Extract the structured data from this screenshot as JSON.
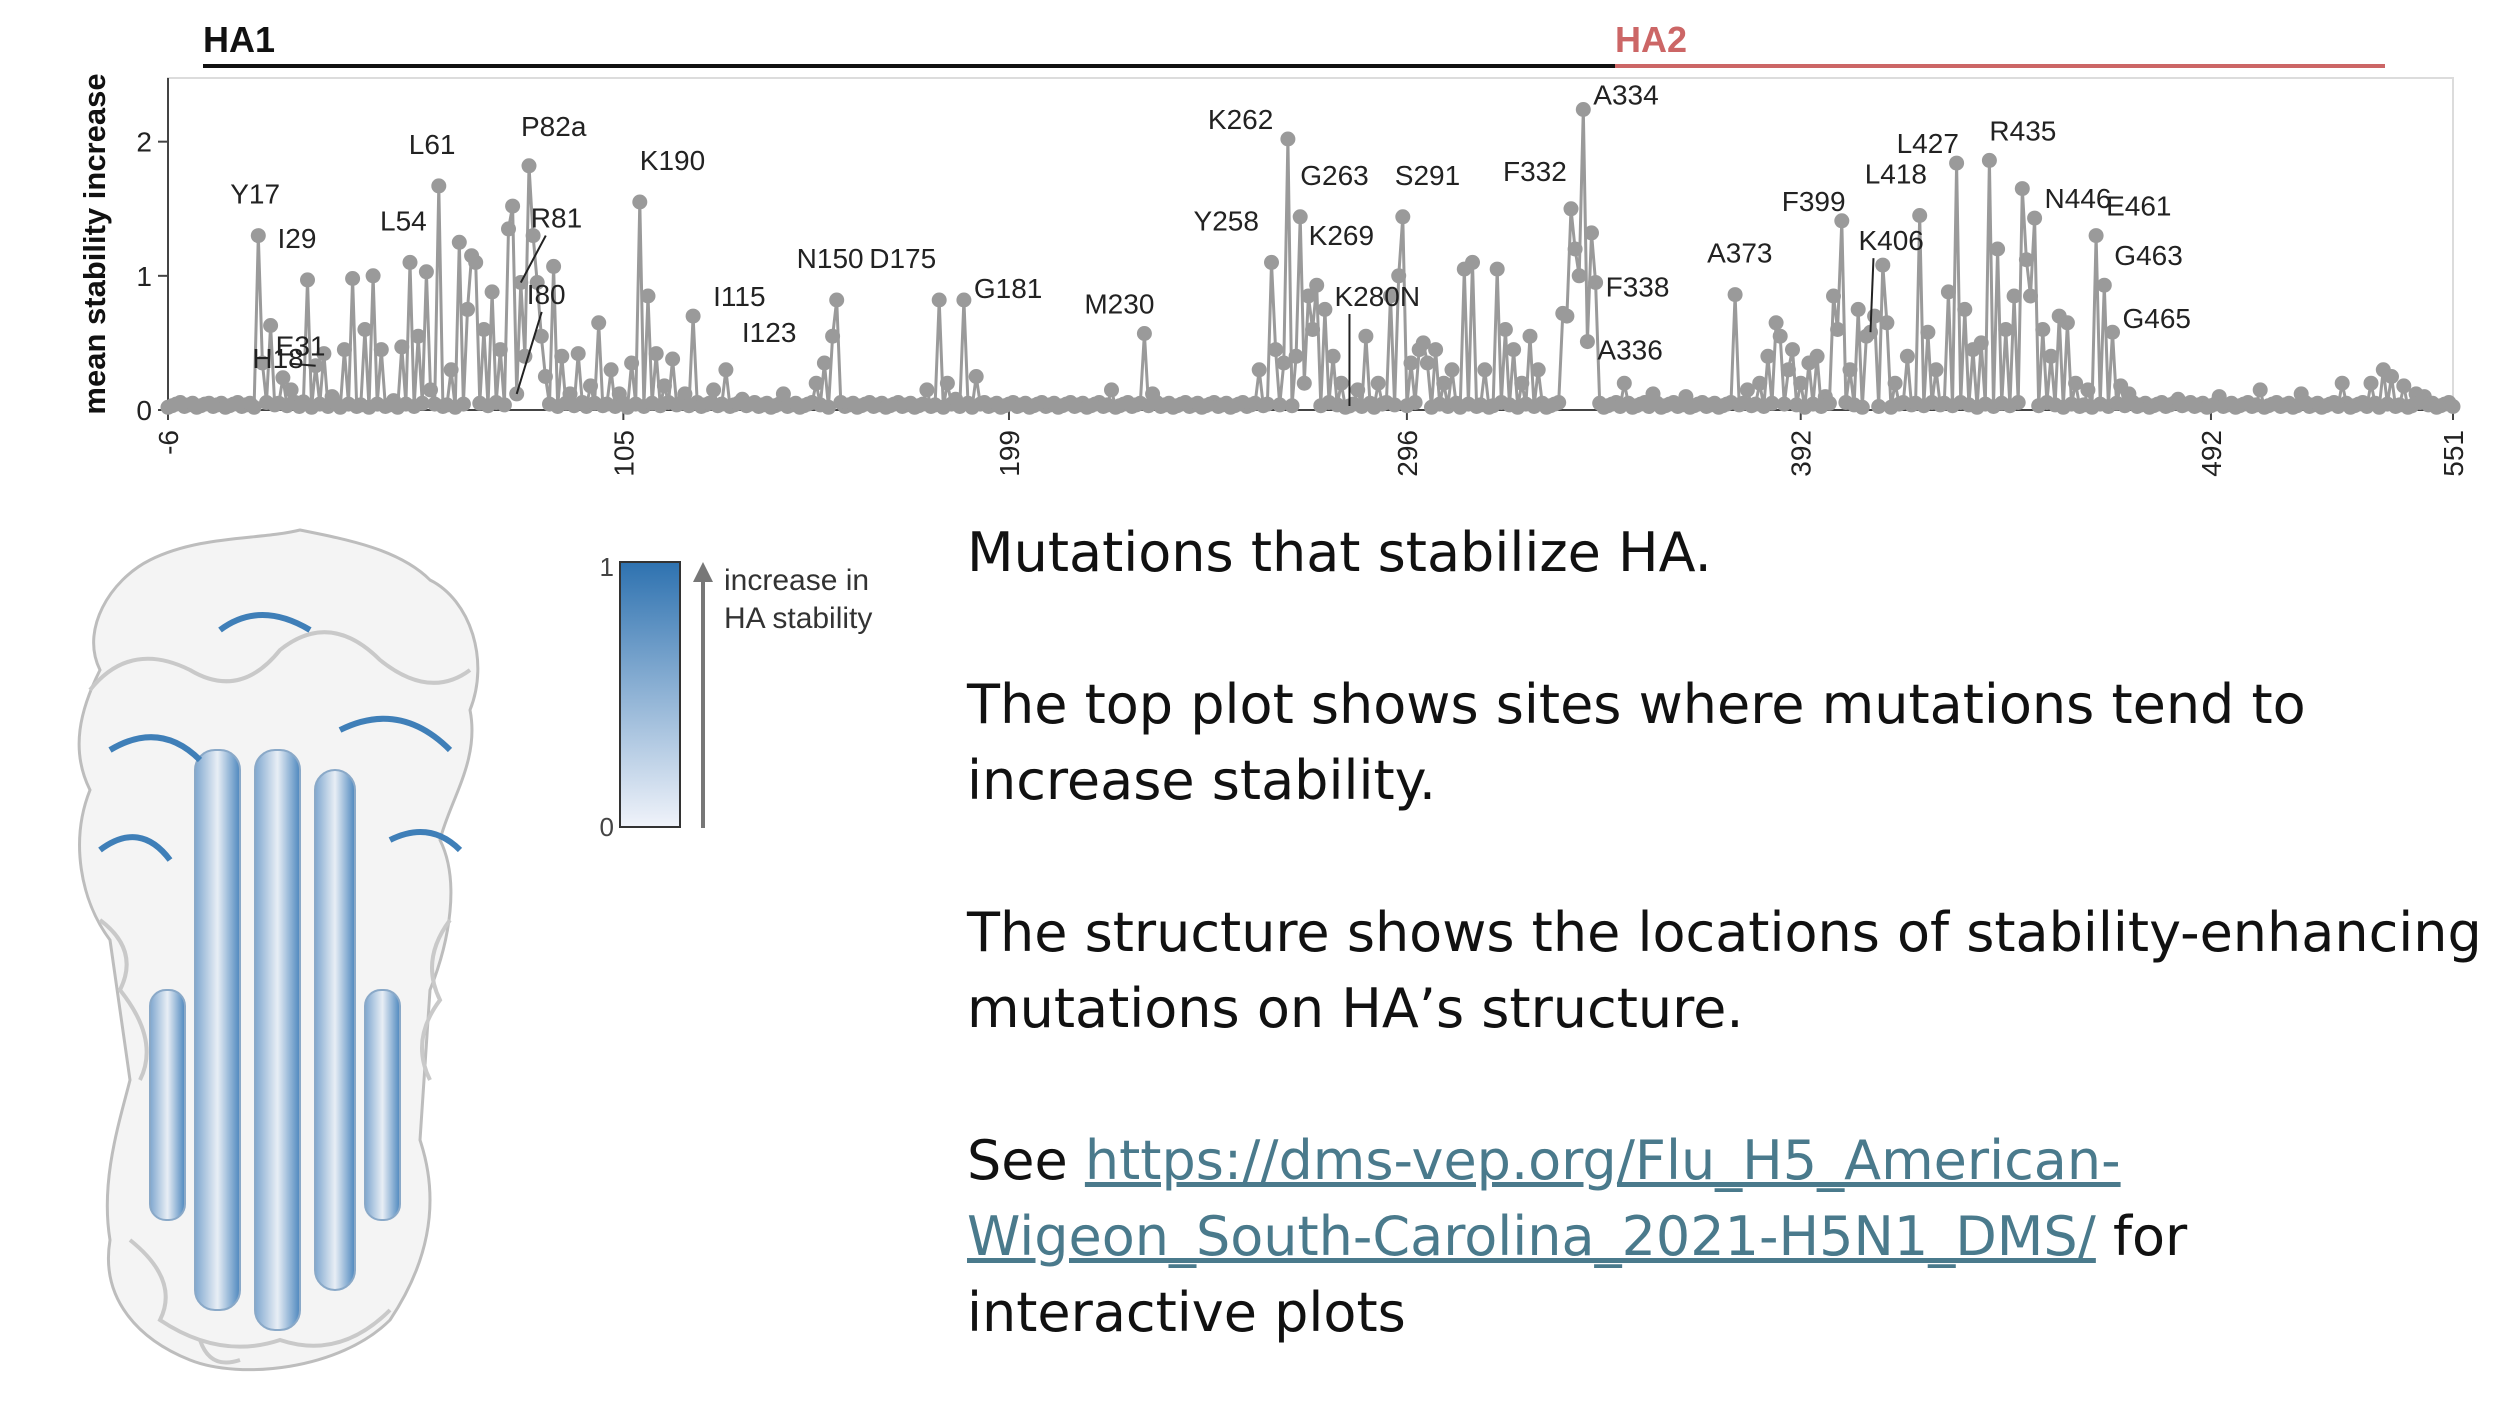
{
  "colors": {
    "ha1_bar": "#111111",
    "ha2_bar": "#cc6666",
    "points": "#9a9a9a",
    "colormap_low": "#f0f3fa",
    "colormap_high": "#2e72b0",
    "link": "#4a7a8c"
  },
  "domains": {
    "ha1_label": "HA1",
    "ha2_label": "HA2"
  },
  "chart_data": {
    "type": "scatter",
    "ylabel": "mean stability increase",
    "xlabel": "",
    "x_ticks": [
      "-6",
      "105",
      "199",
      "296",
      "392",
      "492",
      "551"
    ],
    "y_ticks": [
      "0",
      "1",
      "2"
    ],
    "ylim": [
      0,
      2.4
    ],
    "grid": false,
    "labeled_points": [
      {
        "label": "Y17",
        "site_index": 22,
        "y": 1.3
      },
      {
        "label": "H18",
        "site_index": 23,
        "y": 0.35
      },
      {
        "label": "I29",
        "site_index": 34,
        "y": 0.97
      },
      {
        "label": "E31",
        "site_index": 36,
        "y": 0.33
      },
      {
        "label": "L54",
        "site_index": 59,
        "y": 1.1
      },
      {
        "label": "L61",
        "site_index": 66,
        "y": 1.67
      },
      {
        "label": "I80",
        "site_index": 85,
        "y": 0.12
      },
      {
        "label": "R81",
        "site_index": 86,
        "y": 0.95
      },
      {
        "label": "P82a",
        "site_index": 88,
        "y": 1.82
      },
      {
        "label": "K190",
        "site_index": 115,
        "y": 1.55
      },
      {
        "label": "I115",
        "site_index": 128,
        "y": 0.7
      },
      {
        "label": "I123",
        "site_index": 136,
        "y": 0.3
      },
      {
        "label": "N150",
        "site_index": 163,
        "y": 0.82
      },
      {
        "label": "D175",
        "site_index": 188,
        "y": 0.82
      },
      {
        "label": "G181",
        "site_index": 194,
        "y": 0.82
      },
      {
        "label": "M230",
        "site_index": 238,
        "y": 0.57
      },
      {
        "label": "Y258",
        "site_index": 269,
        "y": 1.1
      },
      {
        "label": "K262",
        "site_index": 273,
        "y": 2.02
      },
      {
        "label": "G263",
        "site_index": 276,
        "y": 1.44
      },
      {
        "label": "K269",
        "site_index": 280,
        "y": 0.93
      },
      {
        "label": "K280N",
        "site_index": 288,
        "y": 0.03
      },
      {
        "label": "S291",
        "site_index": 301,
        "y": 1.44
      },
      {
        "label": "F332",
        "site_index": 342,
        "y": 1.5
      },
      {
        "label": "A334",
        "site_index": 345,
        "y": 2.24
      },
      {
        "label": "F338",
        "site_index": 348,
        "y": 0.95
      },
      {
        "label": "A336",
        "site_index": 346,
        "y": 0.51
      },
      {
        "label": "A373",
        "site_index": 382,
        "y": 0.86
      },
      {
        "label": "F399",
        "site_index": 408,
        "y": 1.41
      },
      {
        "label": "K406",
        "site_index": 415,
        "y": 0.58
      },
      {
        "label": "L418",
        "site_index": 427,
        "y": 1.45
      },
      {
        "label": "L427",
        "site_index": 436,
        "y": 1.84
      },
      {
        "label": "R435",
        "site_index": 444,
        "y": 1.86
      },
      {
        "label": "N446",
        "site_index": 455,
        "y": 1.43
      },
      {
        "label": "E461",
        "site_index": 470,
        "y": 1.3
      },
      {
        "label": "G463",
        "site_index": 472,
        "y": 0.93
      },
      {
        "label": "G465",
        "site_index": 474,
        "y": 0.58
      }
    ],
    "background_points": [
      {
        "x_index": 10,
        "y": 0.05
      },
      {
        "x_index": 25,
        "y": 0.63
      },
      {
        "x_index": 28,
        "y": 0.24
      },
      {
        "x_index": 30,
        "y": 0.15
      },
      {
        "x_index": 33,
        "y": 0.06
      },
      {
        "x_index": 38,
        "y": 0.42
      },
      {
        "x_index": 40,
        "y": 0.1
      },
      {
        "x_index": 43,
        "y": 0.45
      },
      {
        "x_index": 45,
        "y": 0.98
      },
      {
        "x_index": 48,
        "y": 0.6
      },
      {
        "x_index": 50,
        "y": 1.0
      },
      {
        "x_index": 52,
        "y": 0.45
      },
      {
        "x_index": 55,
        "y": 0.07
      },
      {
        "x_index": 57,
        "y": 0.47
      },
      {
        "x_index": 61,
        "y": 0.55
      },
      {
        "x_index": 63,
        "y": 1.03
      },
      {
        "x_index": 64,
        "y": 0.15
      },
      {
        "x_index": 69,
        "y": 0.3
      },
      {
        "x_index": 71,
        "y": 1.25
      },
      {
        "x_index": 73,
        "y": 0.75
      },
      {
        "x_index": 74,
        "y": 1.15
      },
      {
        "x_index": 75,
        "y": 1.1
      },
      {
        "x_index": 77,
        "y": 0.6
      },
      {
        "x_index": 79,
        "y": 0.88
      },
      {
        "x_index": 81,
        "y": 0.45
      },
      {
        "x_index": 83,
        "y": 1.35
      },
      {
        "x_index": 84,
        "y": 1.52
      },
      {
        "x_index": 87,
        "y": 0.4
      },
      {
        "x_index": 89,
        "y": 1.3
      },
      {
        "x_index": 90,
        "y": 0.95
      },
      {
        "x_index": 91,
        "y": 0.55
      },
      {
        "x_index": 92,
        "y": 0.25
      },
      {
        "x_index": 94,
        "y": 1.07
      },
      {
        "x_index": 96,
        "y": 0.4
      },
      {
        "x_index": 98,
        "y": 0.12
      },
      {
        "x_index": 100,
        "y": 0.42
      },
      {
        "x_index": 103,
        "y": 0.18
      },
      {
        "x_index": 105,
        "y": 0.65
      },
      {
        "x_index": 108,
        "y": 0.3
      },
      {
        "x_index": 110,
        "y": 0.12
      },
      {
        "x_index": 113,
        "y": 0.35
      },
      {
        "x_index": 117,
        "y": 0.85
      },
      {
        "x_index": 119,
        "y": 0.42
      },
      {
        "x_index": 121,
        "y": 0.18
      },
      {
        "x_index": 123,
        "y": 0.38
      },
      {
        "x_index": 126,
        "y": 0.12
      },
      {
        "x_index": 133,
        "y": 0.15
      },
      {
        "x_index": 140,
        "y": 0.08
      },
      {
        "x_index": 150,
        "y": 0.12
      },
      {
        "x_index": 158,
        "y": 0.2
      },
      {
        "x_index": 160,
        "y": 0.35
      },
      {
        "x_index": 162,
        "y": 0.55
      },
      {
        "x_index": 185,
        "y": 0.15
      },
      {
        "x_index": 190,
        "y": 0.2
      },
      {
        "x_index": 192,
        "y": 0.08
      },
      {
        "x_index": 197,
        "y": 0.25
      },
      {
        "x_index": 230,
        "y": 0.15
      },
      {
        "x_index": 240,
        "y": 0.12
      },
      {
        "x_index": 266,
        "y": 0.3
      },
      {
        "x_index": 270,
        "y": 0.45
      },
      {
        "x_index": 272,
        "y": 0.35
      },
      {
        "x_index": 275,
        "y": 0.4
      },
      {
        "x_index": 277,
        "y": 0.2
      },
      {
        "x_index": 278,
        "y": 0.85
      },
      {
        "x_index": 279,
        "y": 0.6
      },
      {
        "x_index": 282,
        "y": 0.75
      },
      {
        "x_index": 284,
        "y": 0.4
      },
      {
        "x_index": 286,
        "y": 0.2
      },
      {
        "x_index": 290,
        "y": 0.15
      },
      {
        "x_index": 292,
        "y": 0.55
      },
      {
        "x_index": 295,
        "y": 0.2
      },
      {
        "x_index": 298,
        "y": 0.85
      },
      {
        "x_index": 300,
        "y": 1.0
      },
      {
        "x_index": 303,
        "y": 0.35
      },
      {
        "x_index": 305,
        "y": 0.45
      },
      {
        "x_index": 306,
        "y": 0.5
      },
      {
        "x_index": 307,
        "y": 0.35
      },
      {
        "x_index": 309,
        "y": 0.45
      },
      {
        "x_index": 311,
        "y": 0.2
      },
      {
        "x_index": 313,
        "y": 0.3
      },
      {
        "x_index": 316,
        "y": 1.05
      },
      {
        "x_index": 318,
        "y": 1.1
      },
      {
        "x_index": 321,
        "y": 0.3
      },
      {
        "x_index": 324,
        "y": 1.05
      },
      {
        "x_index": 326,
        "y": 0.6
      },
      {
        "x_index": 328,
        "y": 0.45
      },
      {
        "x_index": 330,
        "y": 0.2
      },
      {
        "x_index": 332,
        "y": 0.55
      },
      {
        "x_index": 334,
        "y": 0.3
      },
      {
        "x_index": 340,
        "y": 0.72
      },
      {
        "x_index": 341,
        "y": 0.7
      },
      {
        "x_index": 343,
        "y": 1.2
      },
      {
        "x_index": 344,
        "y": 1.0
      },
      {
        "x_index": 347,
        "y": 1.32
      },
      {
        "x_index": 355,
        "y": 0.2
      },
      {
        "x_index": 362,
        "y": 0.12
      },
      {
        "x_index": 370,
        "y": 0.1
      },
      {
        "x_index": 385,
        "y": 0.15
      },
      {
        "x_index": 388,
        "y": 0.2
      },
      {
        "x_index": 390,
        "y": 0.4
      },
      {
        "x_index": 392,
        "y": 0.65
      },
      {
        "x_index": 393,
        "y": 0.55
      },
      {
        "x_index": 395,
        "y": 0.3
      },
      {
        "x_index": 396,
        "y": 0.45
      },
      {
        "x_index": 398,
        "y": 0.2
      },
      {
        "x_index": 400,
        "y": 0.35
      },
      {
        "x_index": 402,
        "y": 0.4
      },
      {
        "x_index": 404,
        "y": 0.1
      },
      {
        "x_index": 406,
        "y": 0.85
      },
      {
        "x_index": 407,
        "y": 0.6
      },
      {
        "x_index": 410,
        "y": 0.3
      },
      {
        "x_index": 412,
        "y": 0.75
      },
      {
        "x_index": 414,
        "y": 0.55
      },
      {
        "x_index": 416,
        "y": 0.7
      },
      {
        "x_index": 418,
        "y": 1.08
      },
      {
        "x_index": 419,
        "y": 0.65
      },
      {
        "x_index": 421,
        "y": 0.2
      },
      {
        "x_index": 424,
        "y": 0.4
      },
      {
        "x_index": 429,
        "y": 0.58
      },
      {
        "x_index": 431,
        "y": 0.3
      },
      {
        "x_index": 434,
        "y": 0.88
      },
      {
        "x_index": 438,
        "y": 0.75
      },
      {
        "x_index": 440,
        "y": 0.45
      },
      {
        "x_index": 442,
        "y": 0.5
      },
      {
        "x_index": 446,
        "y": 1.2
      },
      {
        "x_index": 448,
        "y": 0.6
      },
      {
        "x_index": 450,
        "y": 0.85
      },
      {
        "x_index": 452,
        "y": 1.65
      },
      {
        "x_index": 453,
        "y": 1.12
      },
      {
        "x_index": 454,
        "y": 0.85
      },
      {
        "x_index": 457,
        "y": 0.6
      },
      {
        "x_index": 459,
        "y": 0.4
      },
      {
        "x_index": 461,
        "y": 0.7
      },
      {
        "x_index": 463,
        "y": 0.65
      },
      {
        "x_index": 465,
        "y": 0.2
      },
      {
        "x_index": 468,
        "y": 0.15
      },
      {
        "x_index": 476,
        "y": 0.18
      },
      {
        "x_index": 478,
        "y": 0.12
      },
      {
        "x_index": 490,
        "y": 0.08
      },
      {
        "x_index": 500,
        "y": 0.1
      },
      {
        "x_index": 510,
        "y": 0.15
      },
      {
        "x_index": 520,
        "y": 0.12
      },
      {
        "x_index": 530,
        "y": 0.2
      },
      {
        "x_index": 537,
        "y": 0.2
      },
      {
        "x_index": 540,
        "y": 0.3
      },
      {
        "x_index": 542,
        "y": 0.25
      },
      {
        "x_index": 545,
        "y": 0.18
      },
      {
        "x_index": 548,
        "y": 0.12
      },
      {
        "x_index": 550,
        "y": 0.1
      }
    ]
  },
  "colorbar": {
    "max_label": "1",
    "min_label": "0",
    "caption_line1": "increase in",
    "caption_line2": "HA stability"
  },
  "text": {
    "p1": "Mutations that stabilize HA.",
    "p2": "The top plot shows sites where mutations tend to increase stability.",
    "p3": "The structure shows the locations of stability-enhancing mutations on HA’s structure.",
    "p4_prefix": "See ",
    "link": "https://dms-vep.org/Flu_H5_American-Wigeon_South-Carolina_2021-H5N1_DMS/",
    "p4_suffix": " for interactive plots"
  }
}
